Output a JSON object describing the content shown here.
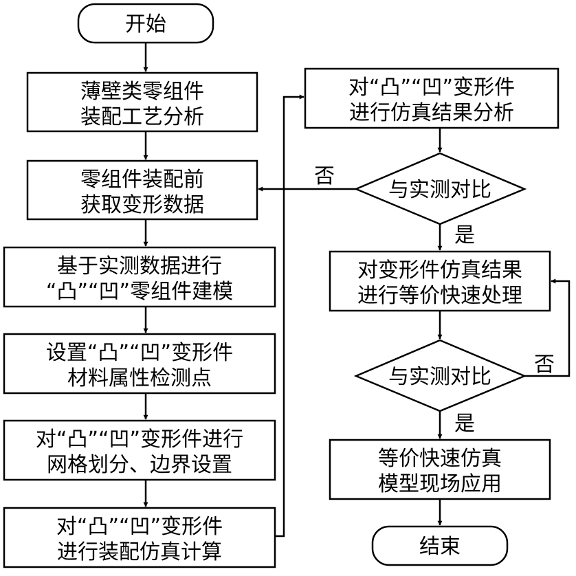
{
  "nodes": {
    "start": "开始",
    "step1": [
      "薄壁类零组件",
      "装配工艺分析"
    ],
    "step2": [
      "零组件装配前",
      "获取变形数据"
    ],
    "step3": [
      "基于实测数据进行",
      "“凸”“凹”零组件建模"
    ],
    "step4": [
      "设置“凸”“凹”变形件",
      "材料属性检测点"
    ],
    "step5": [
      "对“凸”“凹”变形件进行",
      "网格划分、边界设置"
    ],
    "step6": [
      "对“凸”“凹”变形件",
      "进行装配仿真计算"
    ],
    "step7": [
      "对“凸”“凹”变形件",
      "进行仿真结果分析"
    ],
    "decision1": "与实测对比",
    "step8": [
      "对变形件仿真结果",
      "进行等价快速处理"
    ],
    "decision2": "与实测对比",
    "step9": [
      "等价快速仿真",
      "模型现场应用"
    ],
    "end": "结束"
  },
  "edge_labels": {
    "d1_no": "否",
    "d1_yes": "是",
    "d2_no": "否",
    "d2_yes": "是"
  }
}
